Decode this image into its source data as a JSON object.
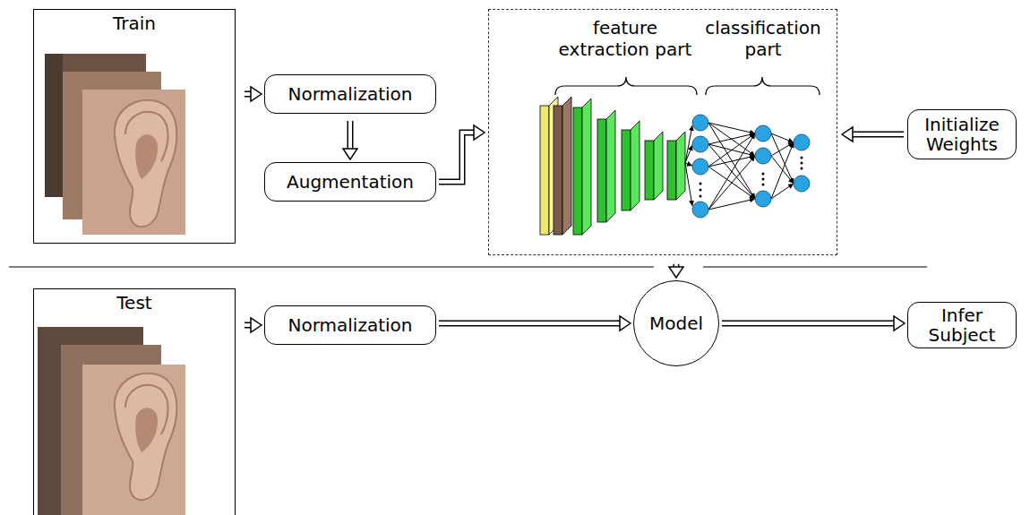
{
  "diagram": {
    "nodes": [
      {
        "text": [
          "Train"
        ]
      },
      {
        "text": [
          "Normalization"
        ]
      },
      {
        "text": [
          "Augmentation"
        ]
      },
      {
        "text": [
          "feature extraction part",
          "classification part"
        ]
      },
      {
        "text": [
          "Initialize Weights"
        ]
      },
      {
        "text": [
          "Test"
        ]
      },
      {
        "text": [
          "Normalization"
        ]
      },
      {
        "text": [
          "Model"
        ]
      },
      {
        "text": [
          "Infer Subject"
        ]
      }
    ],
    "edges": [
      {
        "from": 0,
        "to": 1,
        "arrow": "to"
      },
      {
        "from": 1,
        "to": 2,
        "arrow": "to"
      },
      {
        "from": 2,
        "to": 3,
        "arrow": "to"
      },
      {
        "from": 4,
        "to": 3,
        "arrow": "to"
      },
      {
        "from": 3,
        "to": 7,
        "arrow": "to"
      },
      {
        "from": 5,
        "to": 6,
        "arrow": "to"
      },
      {
        "from": 6,
        "to": 7,
        "arrow": "to"
      },
      {
        "from": 7,
        "to": 8,
        "arrow": "to"
      }
    ]
  }
}
